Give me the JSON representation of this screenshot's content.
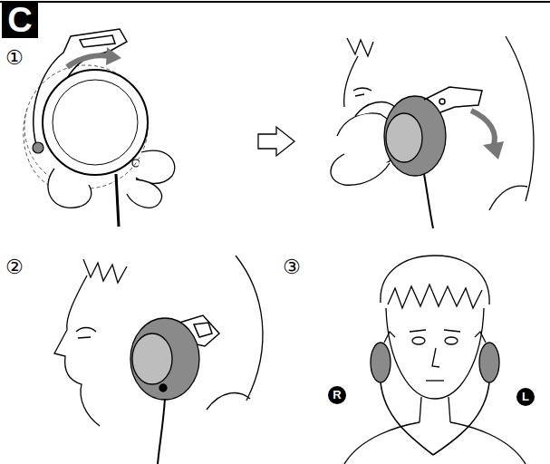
{
  "diagram": {
    "title": "C",
    "labels": [
      "①",
      "②",
      "③",
      "R",
      "L"
    ]
  }
}
